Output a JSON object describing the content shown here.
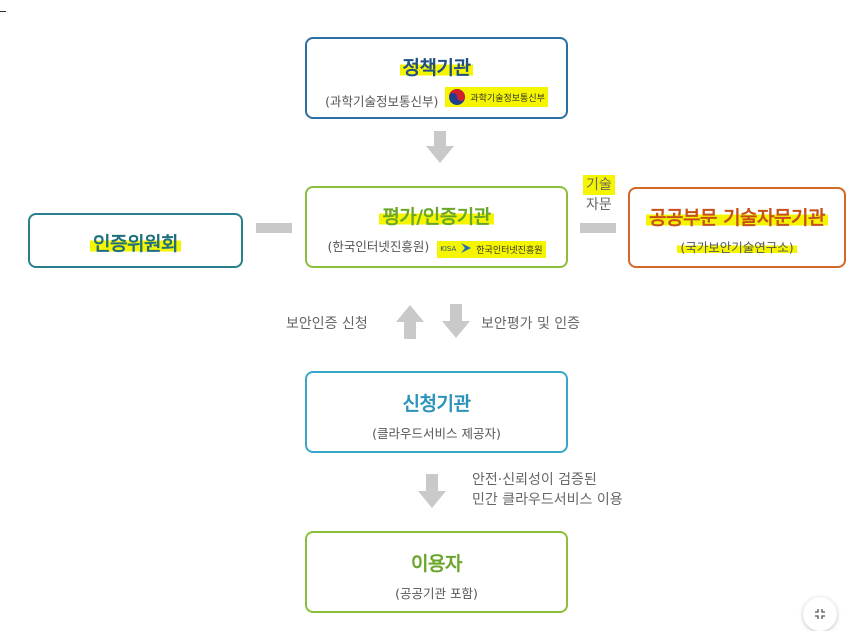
{
  "policy": {
    "title": "정책기관",
    "sub": "(과학기술정보통신부)",
    "logo_text": "과학기술정보통신부"
  },
  "eval": {
    "title": "평가/인증기관",
    "sub": "(한국인터넷진흥원)",
    "logo_prefix": "KISA",
    "logo_text": "한국인터넷진흥원"
  },
  "cert": {
    "title": "인증위원회"
  },
  "advisory": {
    "title": "공공부문 기술자문기관",
    "sub": "(국가보안기술연구소)",
    "link_label_1": "기술",
    "link_label_2": "자문"
  },
  "applicant": {
    "title": "신청기관",
    "sub": "(클라우드서비스 제공자)"
  },
  "user": {
    "title": "이용자",
    "sub": "(공공기관 포함)"
  },
  "flows": {
    "apply_label": "보안인증 신청",
    "evaluate_label": "보안평가 및 인증",
    "use_label_1": "안전·신뢰성이 검증된",
    "use_label_2": "민간 클라우드서비스 이용"
  },
  "colors": {
    "policy": "#2a6fa3",
    "eval": "#8bbf3a",
    "cert": "#2a7f8f",
    "advisory": "#d2682a",
    "applicant": "#38a6c7",
    "user": "#8bbf3a",
    "highlight": "#f5f500",
    "connector": "#c9c9c9"
  },
  "icons": {
    "fullscreen": "collapse-icon"
  }
}
